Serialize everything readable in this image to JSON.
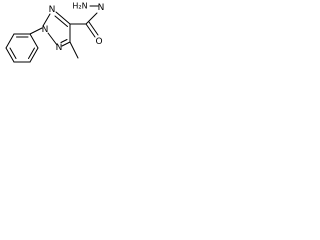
{
  "molecule": {
    "atoms": {
      "n1": "N",
      "n2": "N",
      "n3": "N",
      "o": "O",
      "nh": "N",
      "h2n": "H₂N"
    }
  }
}
